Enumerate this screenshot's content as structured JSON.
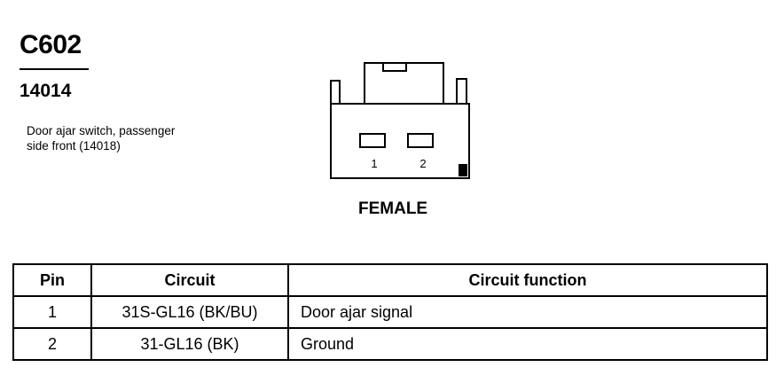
{
  "header": {
    "connector_id": "C602",
    "part_number": "14014",
    "description_line1": "Door ajar switch, passenger",
    "description_line2": "side front (14018)"
  },
  "diagram": {
    "pin_labels": [
      "1",
      "2"
    ],
    "gender": "FEMALE"
  },
  "table": {
    "headers": {
      "pin": "Pin",
      "circuit": "Circuit",
      "function": "Circuit function"
    },
    "rows": [
      {
        "pin": "1",
        "circuit": "31S-GL16 (BK/BU)",
        "function": "Door ajar signal"
      },
      {
        "pin": "2",
        "circuit": "31-GL16 (BK)",
        "function": "Ground"
      }
    ]
  }
}
